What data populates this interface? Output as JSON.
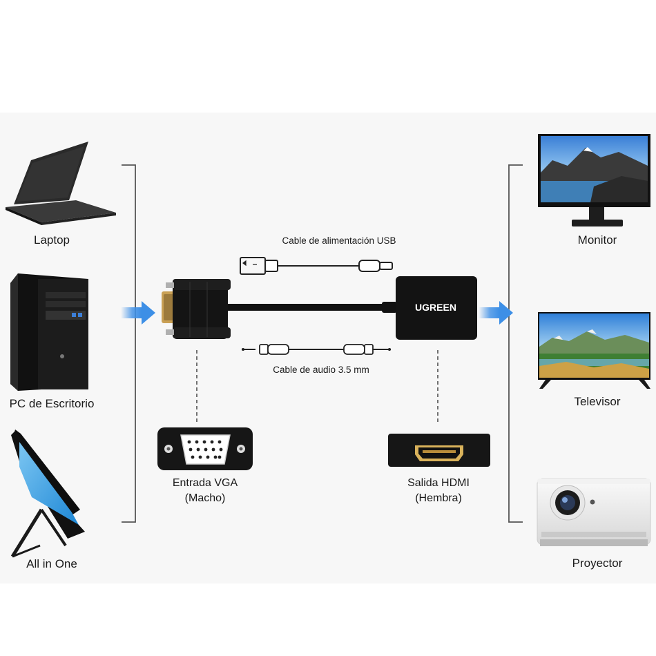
{
  "sources": [
    {
      "label": "Laptop",
      "icon": "laptop-icon"
    },
    {
      "label": "PC de Escritorio",
      "icon": "desktop-pc-icon"
    },
    {
      "label": "All in One",
      "icon": "all-in-one-icon"
    }
  ],
  "outputs": [
    {
      "label": "Monitor",
      "icon": "monitor-icon"
    },
    {
      "label": "Televisor",
      "icon": "television-icon"
    },
    {
      "label": "Proyector",
      "icon": "projector-icon"
    }
  ],
  "adapter": {
    "brand": "UGREEN",
    "usb_cable_label": "Cable de alimentación USB",
    "audio_cable_label": "Cable de audio 3.5 mm"
  },
  "ports": {
    "vga": {
      "line1": "Entrada VGA",
      "line2": "(Macho)"
    },
    "hdmi": {
      "line1": "Salida HDMI",
      "line2": "(Hembra)"
    }
  },
  "colors": {
    "arrow": "#3d8fe6",
    "device": "#1b1b1b",
    "background": "#f7f7f7"
  }
}
